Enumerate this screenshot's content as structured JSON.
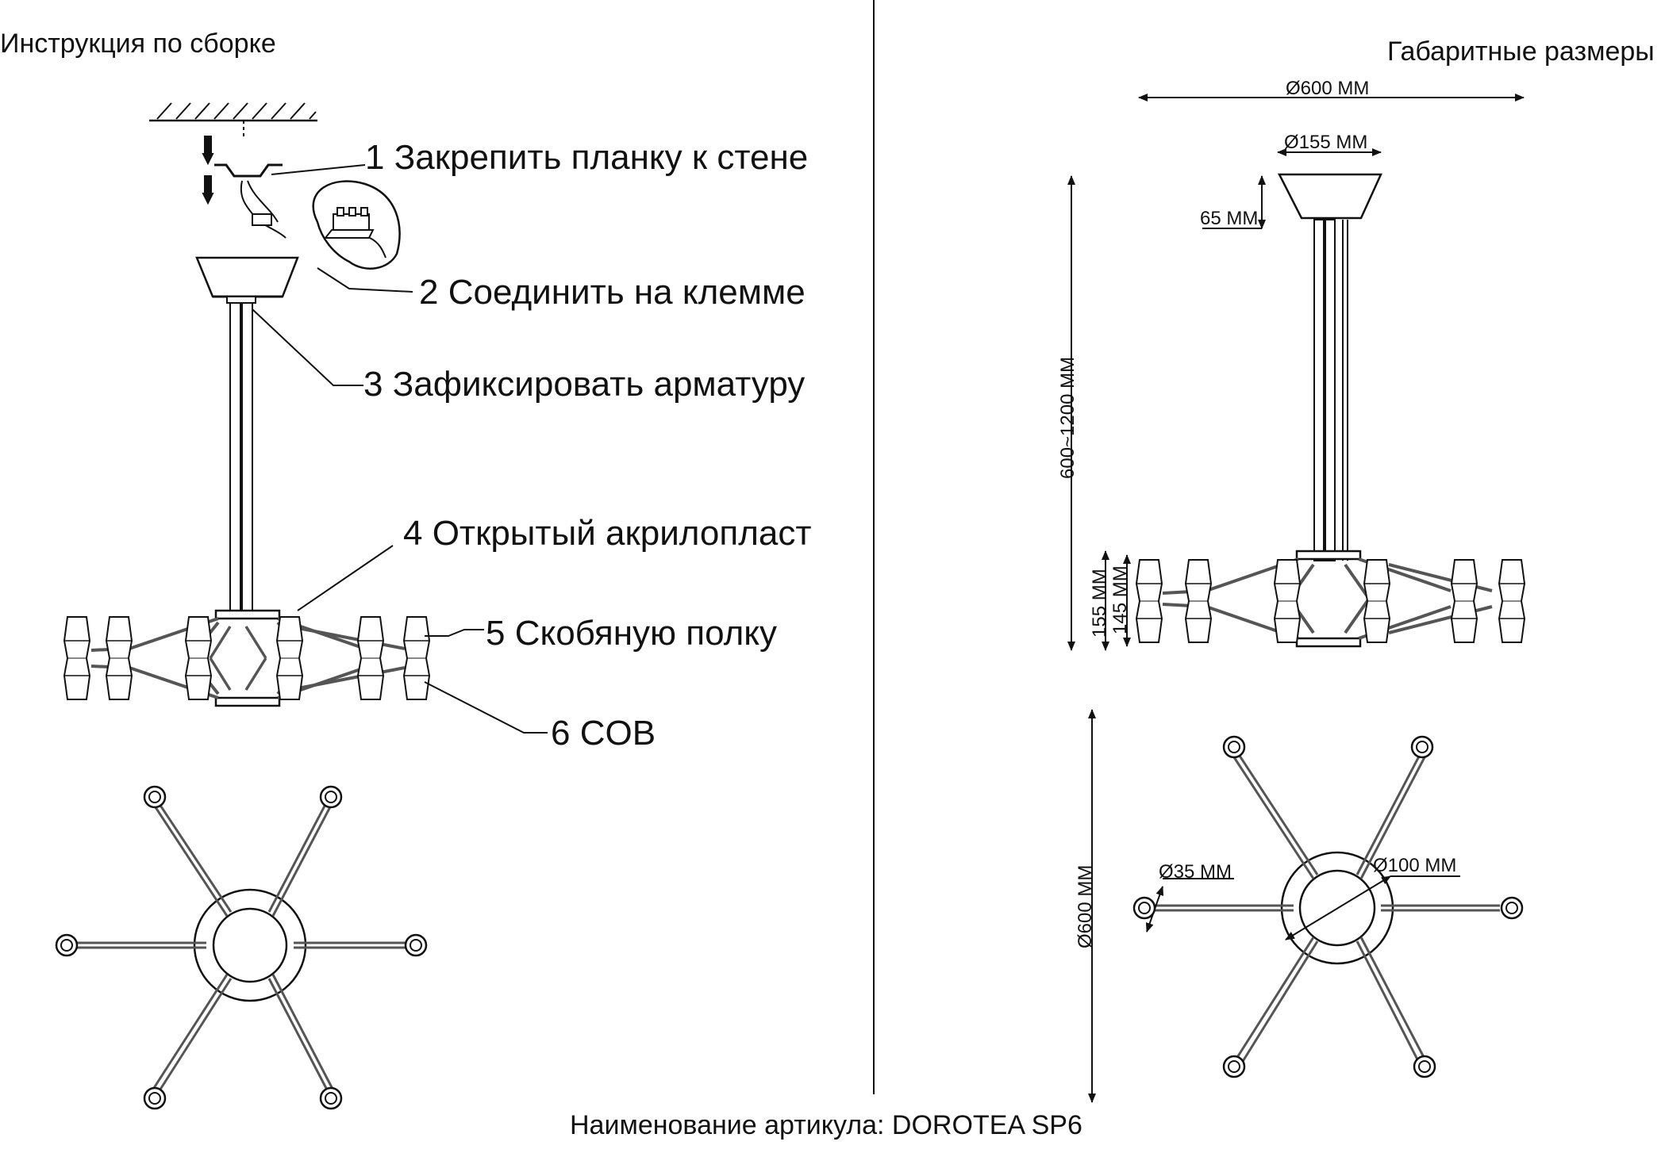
{
  "left_panel": {
    "title": "Инструкция по сборке",
    "steps": [
      "1 Закрепить планку к стене",
      "2 Соединить на клемме",
      "3 Зафиксировать арматуру",
      "4 Открытый акрилопласт",
      "5 Скобяную полку",
      "6 COB"
    ]
  },
  "right_panel": {
    "title": "Габаритные размеры",
    "dimensions": {
      "overall_width": "Ø600 MM",
      "canopy_diameter": "Ø155 MM",
      "canopy_height": "65 MM",
      "suspension_height": "600~1200 MM",
      "body_height_outer": "155 MM",
      "body_height_inner": "145 MM",
      "top_view_span": "Ø600 MM",
      "shade_diameter": "Ø35 MM",
      "hub_diameter": "Ø100 MM"
    }
  },
  "footer": "Наименование артикула: DOROTEA SP6"
}
